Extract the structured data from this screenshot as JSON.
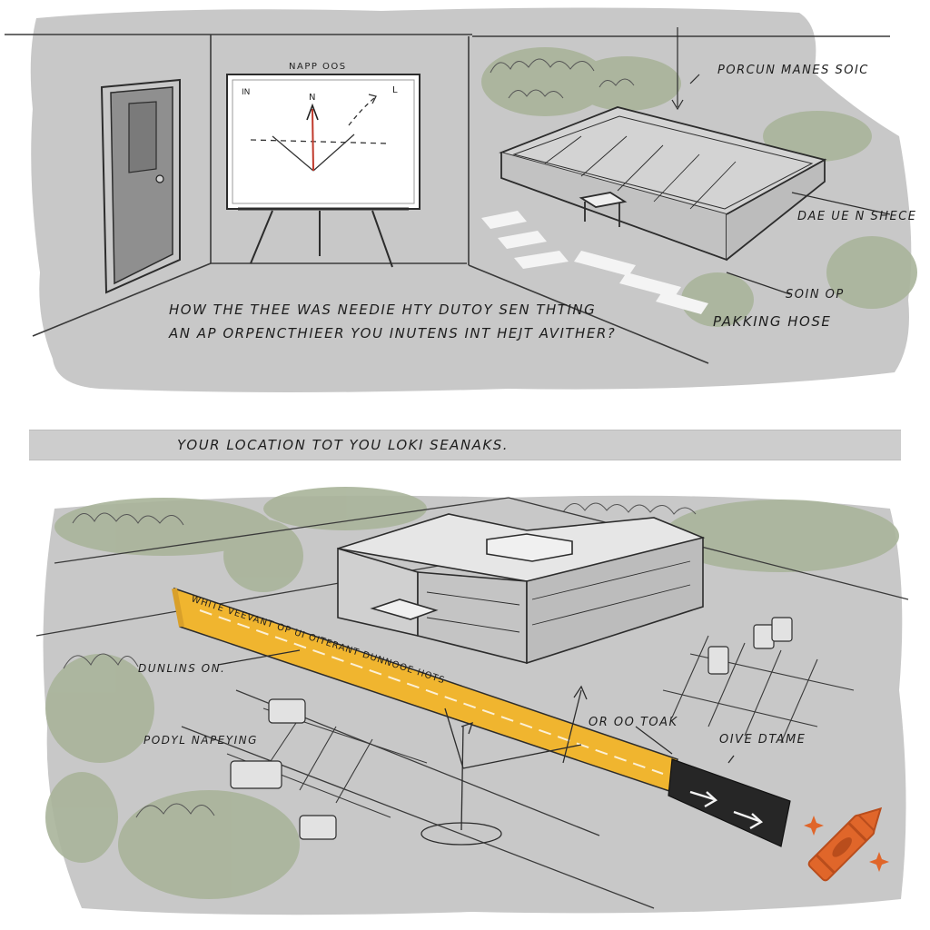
{
  "top_panel": {
    "whiteboard_title": "NAPP OOS",
    "whiteboard_letters": {
      "left": "IN",
      "north": "N",
      "right": "L"
    },
    "caption_line_1": "HOW THE THEE WAS NEEDIE HTY DUTOY SEN THTING",
    "caption_line_2": "AN AP ORPENCTHIEER YOU INUTENS INT HEJT AVITHER?",
    "label_1": "PORCUN MANES SOIC",
    "label_2": "DAE UE N SHECE",
    "label_3": "SOIN OP",
    "label_4": "PAKKING HOSE"
  },
  "divider": {
    "text": "YOUR LOCATION TOT YOU LOKI SEANAKS."
  },
  "bottom_panel": {
    "label_1": "DUNLINS ON.",
    "label_2": "PODYL NAPEYING",
    "label_3": "OR OO TOAK",
    "label_4": "OIVE DTAME",
    "highlight_text": "WHITE VEEVANT OP UI OITERANT DUNNOOE HOTS"
  },
  "colors": {
    "wash": "#c8c8c8",
    "wash_dark": "#b5b5b5",
    "foliage": "#a9b49a",
    "highlight": "#f0b52f",
    "highlight_dark": "#d9a02a",
    "door": "#8f8f8f",
    "crayon": "#e0662a",
    "crayon_dark": "#b94d1c",
    "ink": "#262626"
  },
  "icons": [
    "crayon-icon",
    "sparkle-icon",
    "arrow-icon",
    "door-icon",
    "whiteboard-icon"
  ]
}
